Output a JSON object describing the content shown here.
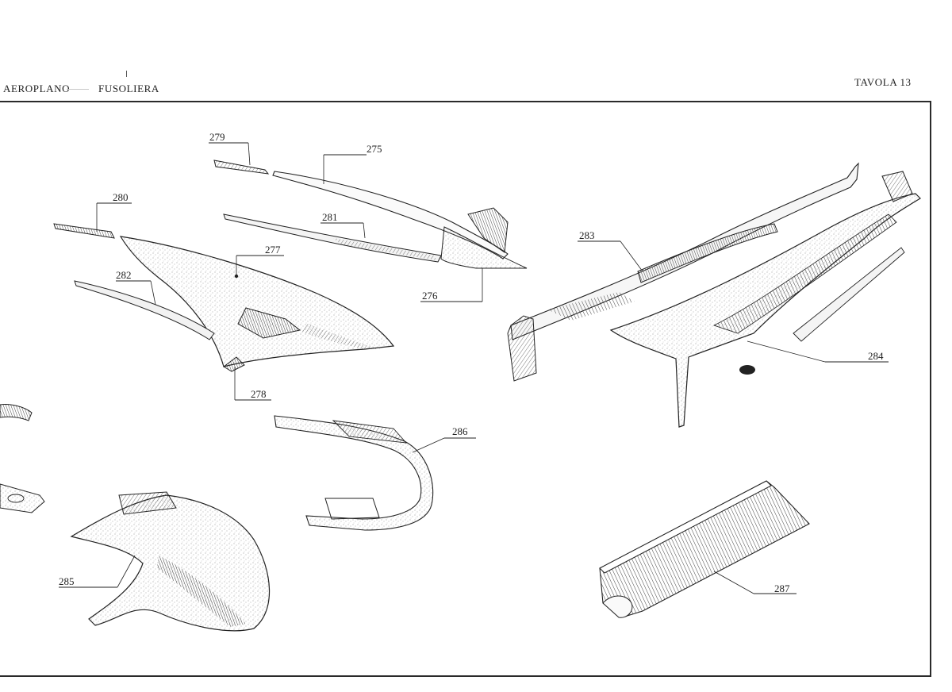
{
  "header": {
    "left_title": "AEROPLANO",
    "left_subtitle": "FUSOLIERA",
    "right_title": "TAVOLA 13"
  },
  "callouts": {
    "p275": "275",
    "p276": "276",
    "p277": "277",
    "p278": "278",
    "p279": "279",
    "p280": "280",
    "p281": "281",
    "p282": "282",
    "p283": "283",
    "p284": "284",
    "p285": "285",
    "p286": "286",
    "p287": "287"
  },
  "colors": {
    "ink": "#1f1f1f",
    "paper": "#ffffff",
    "shade": "#6a6a6a"
  }
}
